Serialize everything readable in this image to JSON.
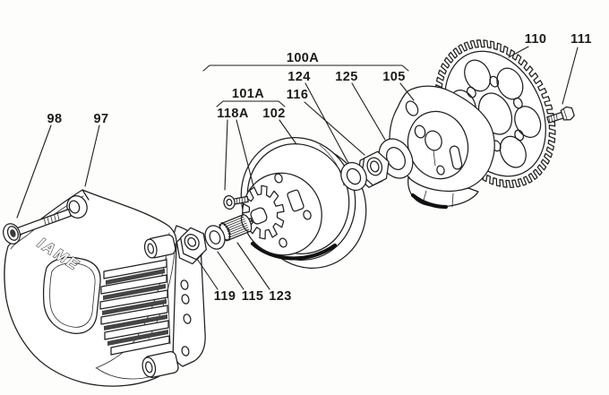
{
  "figure": {
    "type": "exploded-parts-diagram",
    "subject": "IAME engine clutch, clutch cover and starter gear assembly",
    "background": "#fdfdfb",
    "line_color": "#1f1f1f",
    "brand_embossed": "IAME",
    "callouts": {
      "98": "98",
      "97": "97",
      "100A": "100A",
      "101A": "101A",
      "118A": "118A",
      "102": "102",
      "124": "124",
      "116": "116",
      "125": "125",
      "105": "105",
      "110": "110",
      "111": "111",
      "119": "119",
      "115": "115",
      "123": "123"
    }
  }
}
